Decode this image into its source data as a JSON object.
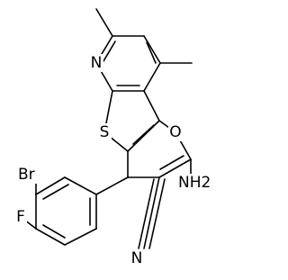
{
  "diagram": {
    "type": "chemical-structure",
    "atom_labels": {
      "n": "N",
      "s": "S",
      "o": "O",
      "br": "Br",
      "f": "F",
      "n_nitrile": "N",
      "nh2": "NH2"
    },
    "colors": {
      "ink": "#000000",
      "background": "#ffffff"
    }
  }
}
